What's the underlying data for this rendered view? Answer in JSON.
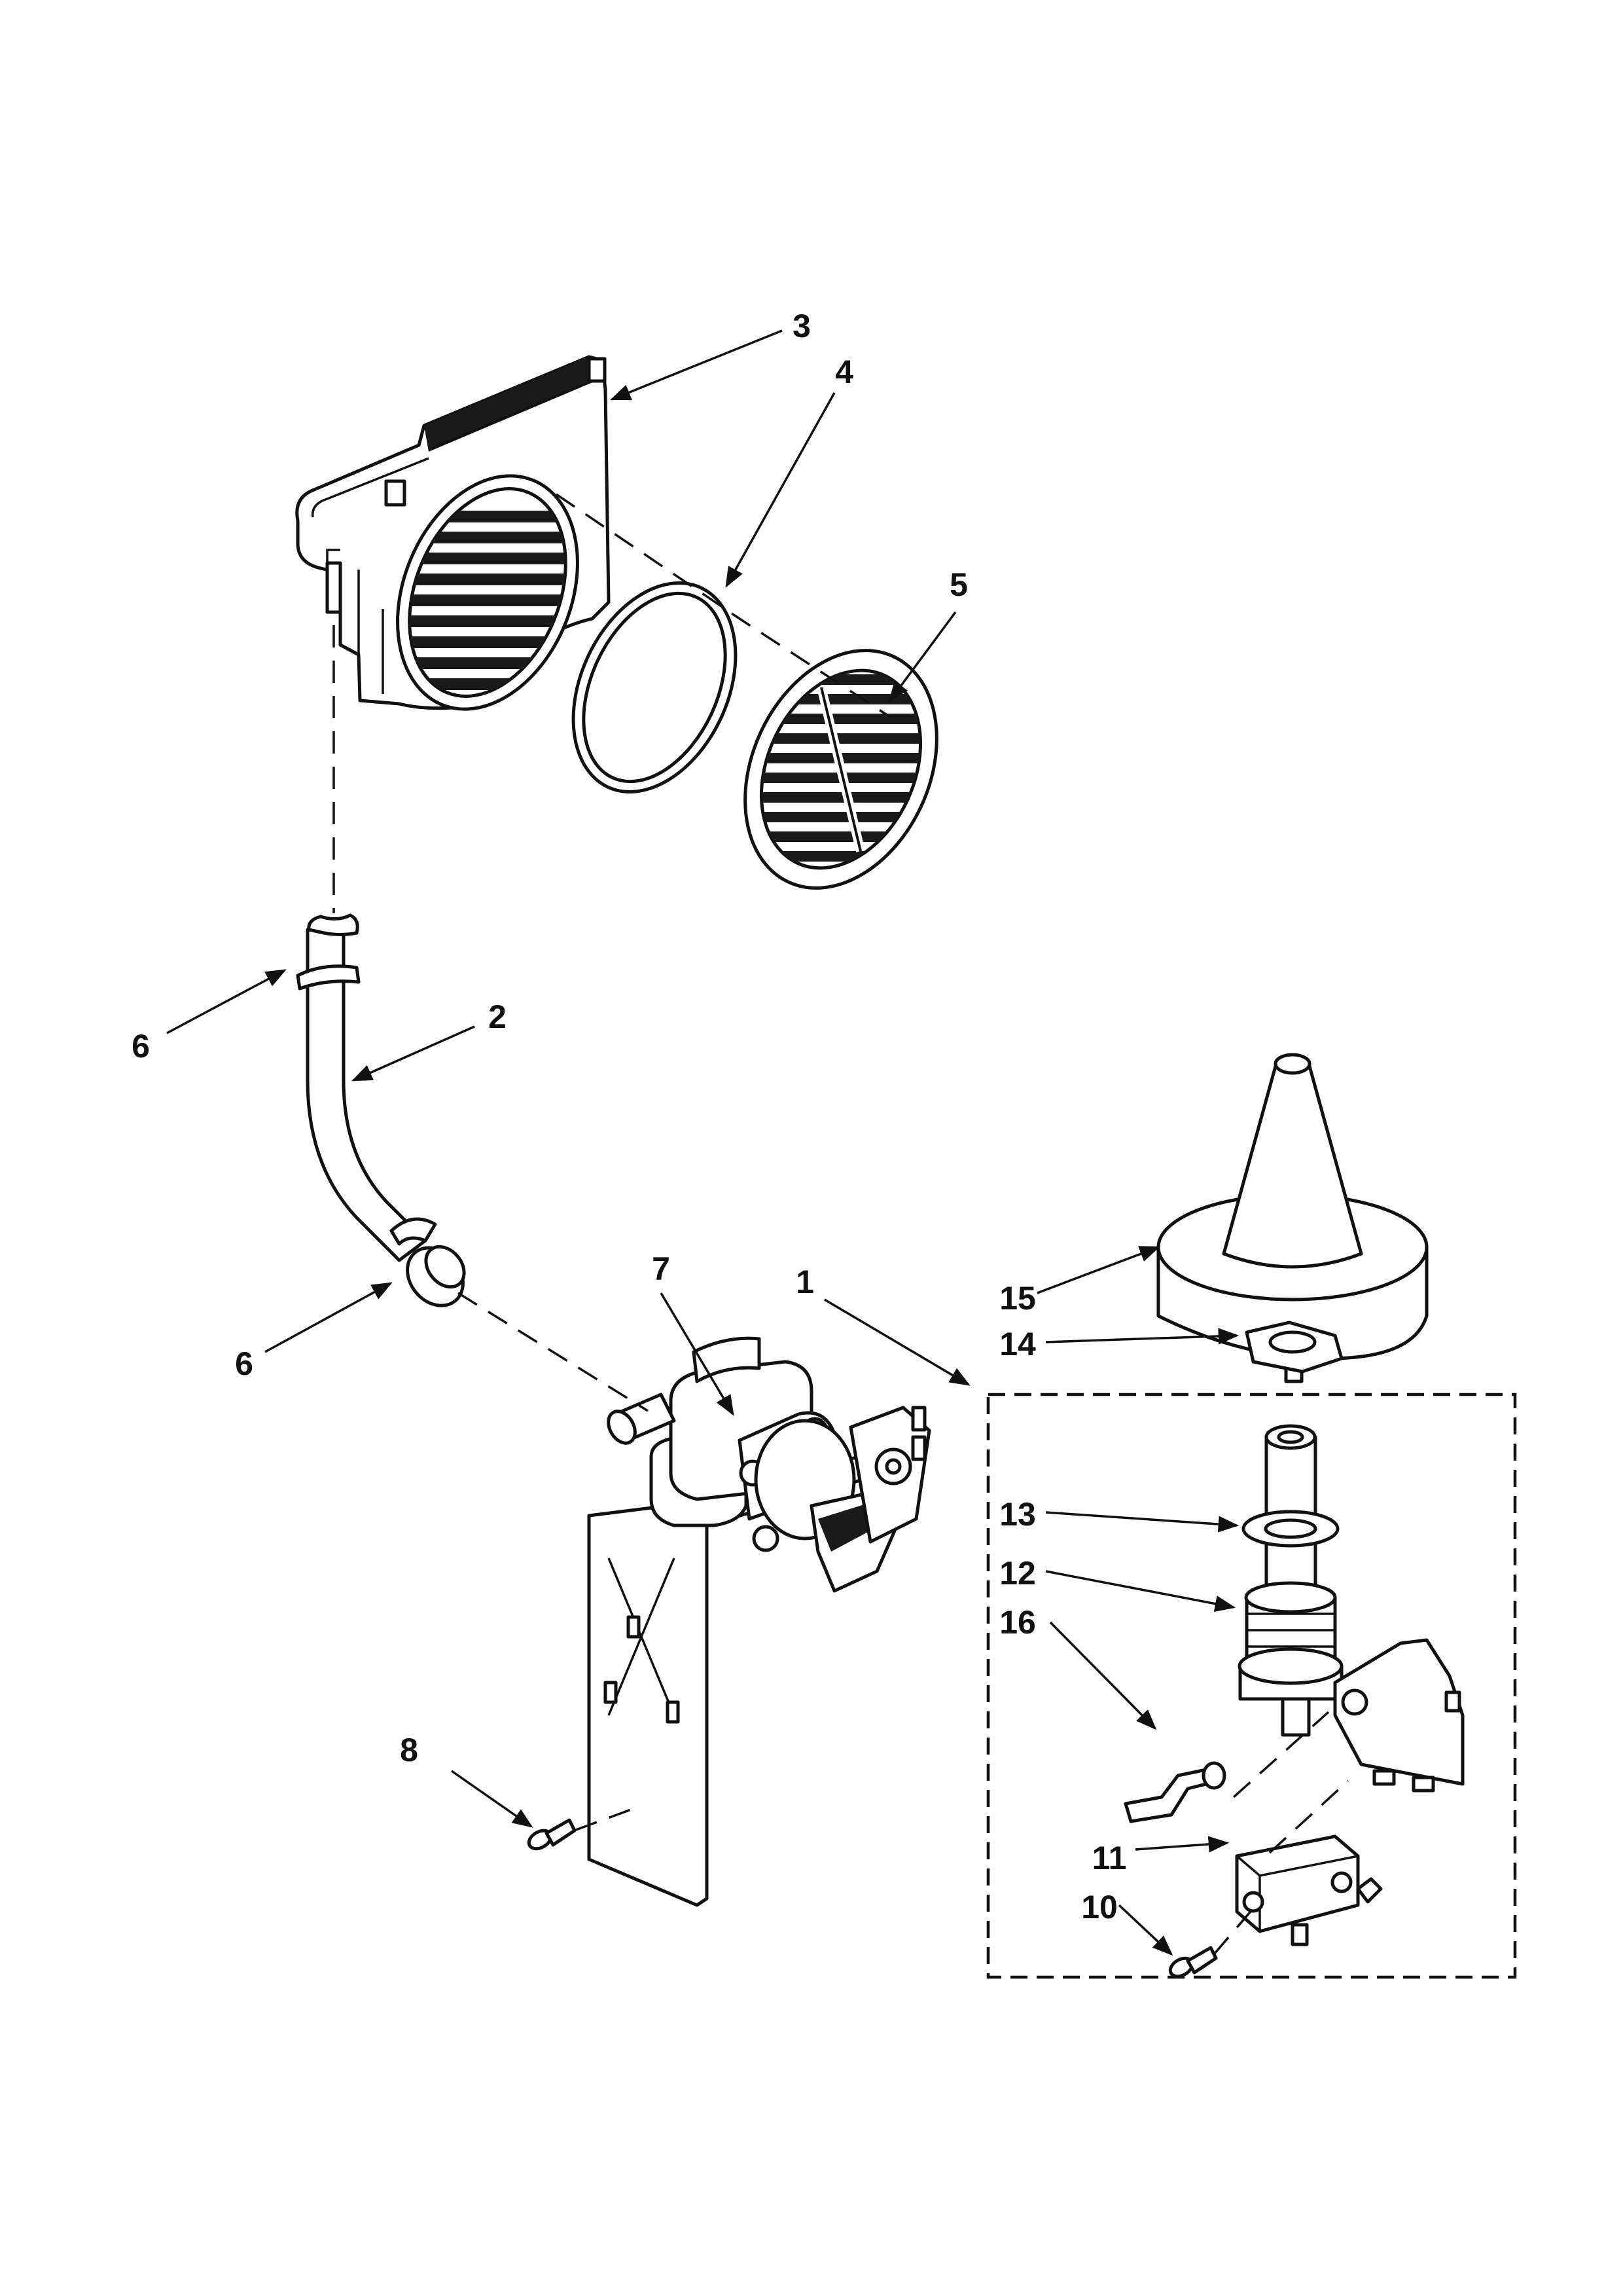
{
  "diagram": {
    "ink_color": "#111111",
    "background_color": "#ffffff",
    "callouts": [
      {
        "id": "c1",
        "label": "1"
      },
      {
        "id": "c2",
        "label": "2"
      },
      {
        "id": "c3",
        "label": "3"
      },
      {
        "id": "c4",
        "label": "4"
      },
      {
        "id": "c5",
        "label": "5"
      },
      {
        "id": "c6a",
        "label": "6"
      },
      {
        "id": "c6b",
        "label": "6"
      },
      {
        "id": "c7",
        "label": "7"
      },
      {
        "id": "c8",
        "label": "8"
      },
      {
        "id": "c10",
        "label": "10"
      },
      {
        "id": "c11",
        "label": "11"
      },
      {
        "id": "c12",
        "label": "12"
      },
      {
        "id": "c13",
        "label": "13"
      },
      {
        "id": "c14",
        "label": "14"
      },
      {
        "id": "c15",
        "label": "15"
      },
      {
        "id": "c16",
        "label": "16"
      }
    ]
  }
}
